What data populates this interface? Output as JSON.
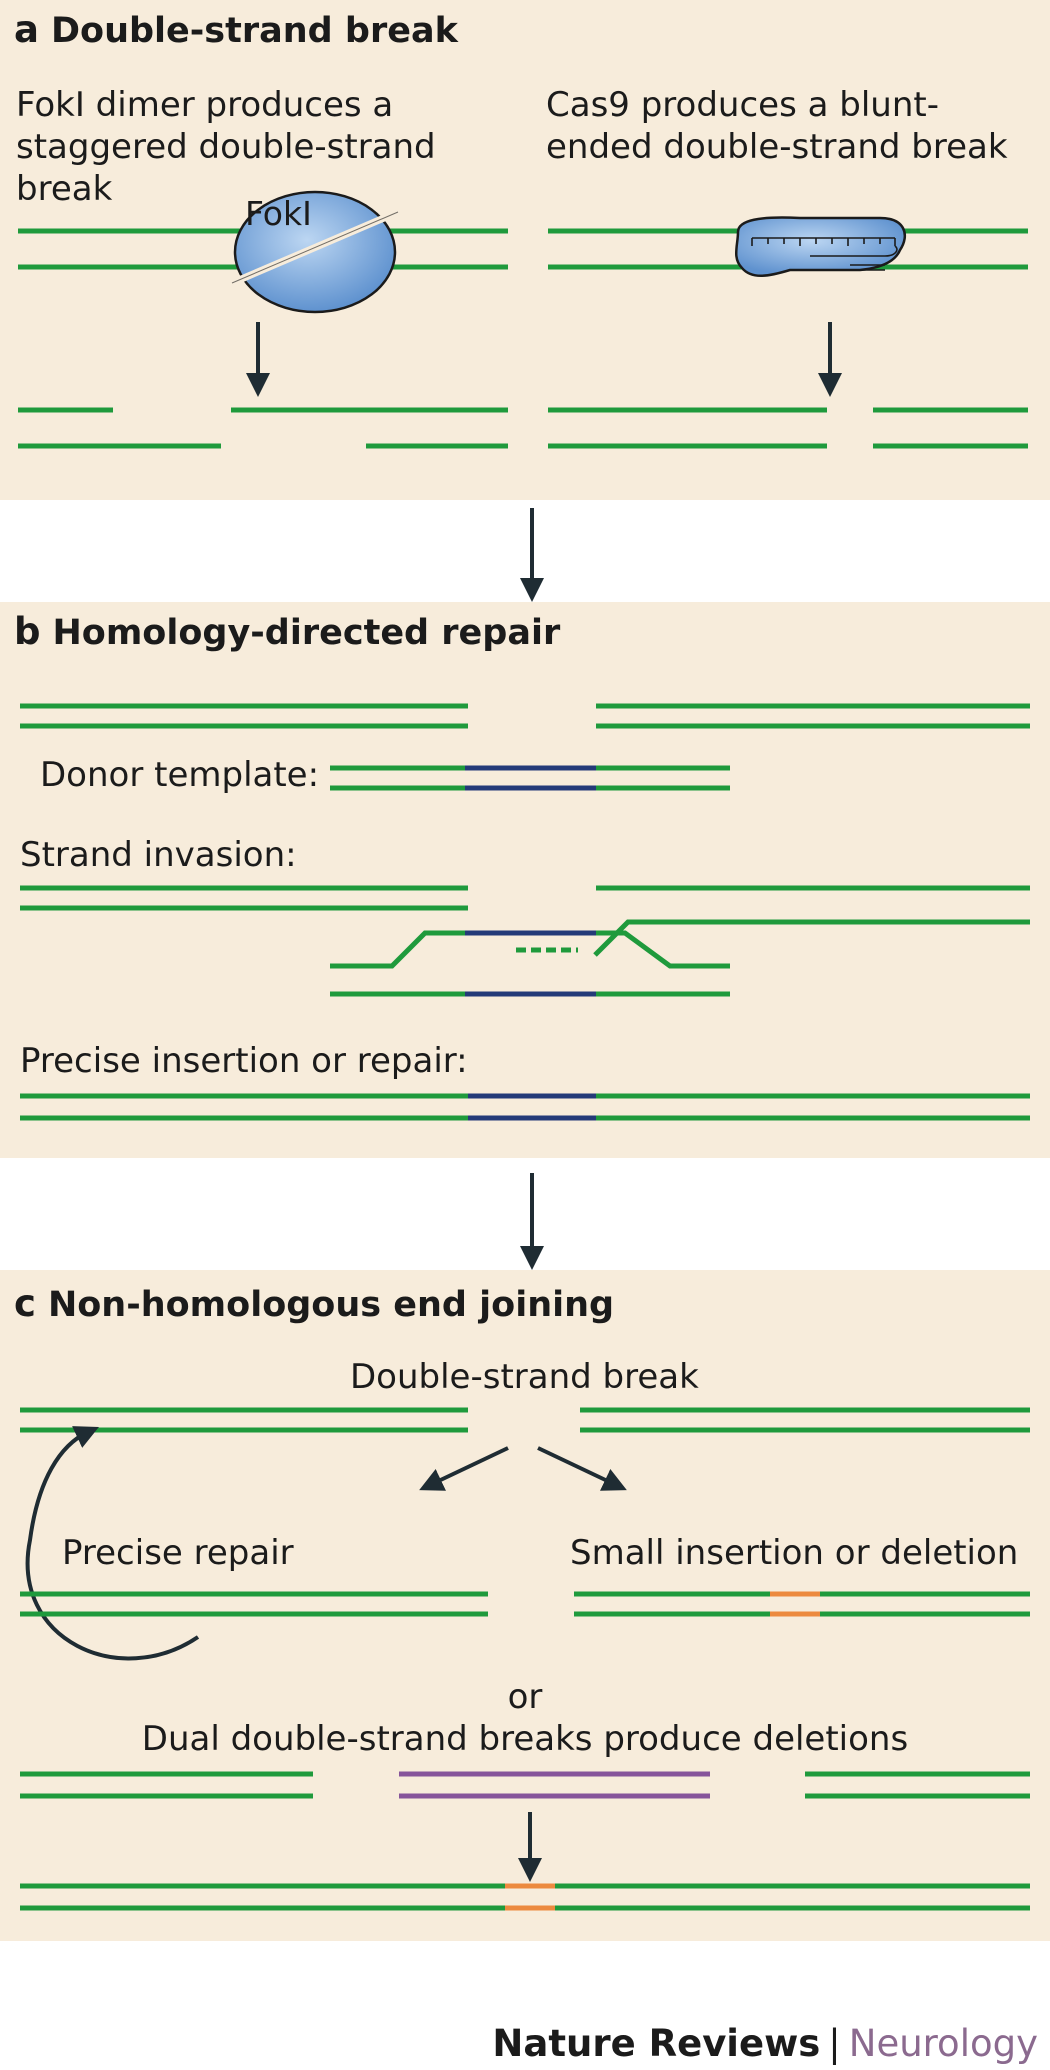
{
  "panel_a": {
    "letter": "a",
    "title": "Double-strand break",
    "left_caption": [
      "FokI dimer produces a",
      "staggered double-strand",
      "break"
    ],
    "right_caption": [
      "Cas9 produces a blunt-",
      "ended double-strand break"
    ],
    "fokI_label": "FokI"
  },
  "panel_b": {
    "letter": "b",
    "title": "Homology-directed repair",
    "donor_label": "Donor template:",
    "invasion_label": "Strand invasion:",
    "insertion_label": "Precise insertion or repair:"
  },
  "panel_c": {
    "letter": "c",
    "title": "Non-homologous end joining",
    "dsb_label": "Double-strand break",
    "precise_label": "Precise repair",
    "indel_label": "Small insertion or deletion",
    "or_label": "or",
    "dual_label": "Dual double-strand breaks produce deletions"
  },
  "footer": {
    "journal": "Nature Reviews",
    "separator": "|",
    "field": "Neurology"
  },
  "colors": {
    "background": "#f7ecdb",
    "dna_strand": "#1f9a3c",
    "donor_insert": "#243a78",
    "indel": "#ec8a3f",
    "deleted_fragment": "#86549a",
    "arrow": "#1f2c33",
    "protein": "#6f9fd6"
  }
}
